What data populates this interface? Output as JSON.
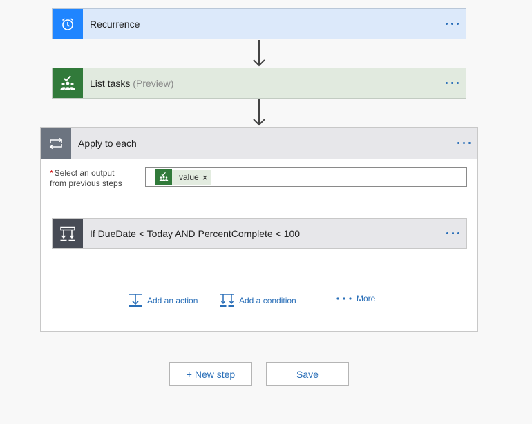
{
  "steps": {
    "recurrence": {
      "title": "Recurrence"
    },
    "list_tasks": {
      "title": "List tasks",
      "subtitle": "(Preview)"
    },
    "apply_to_each": {
      "title": "Apply to each",
      "select_label_line1": "Select an output",
      "select_label_line2": "from previous steps",
      "required_mark": "*",
      "token": {
        "label": "value",
        "remove": "×"
      },
      "condition": {
        "title": "If DueDate < Today AND PercentComplete < 100"
      },
      "add_action": "Add an action",
      "add_condition": "Add a condition",
      "more": "More"
    }
  },
  "footer": {
    "new_step": "+ New step",
    "save": "Save"
  },
  "colors": {
    "recurrence_accent": "#1f85ff",
    "planner_accent": "#317a3a",
    "loop_accent": "#6c7480",
    "condition_accent": "#474b55",
    "link": "#2a6fb8"
  }
}
